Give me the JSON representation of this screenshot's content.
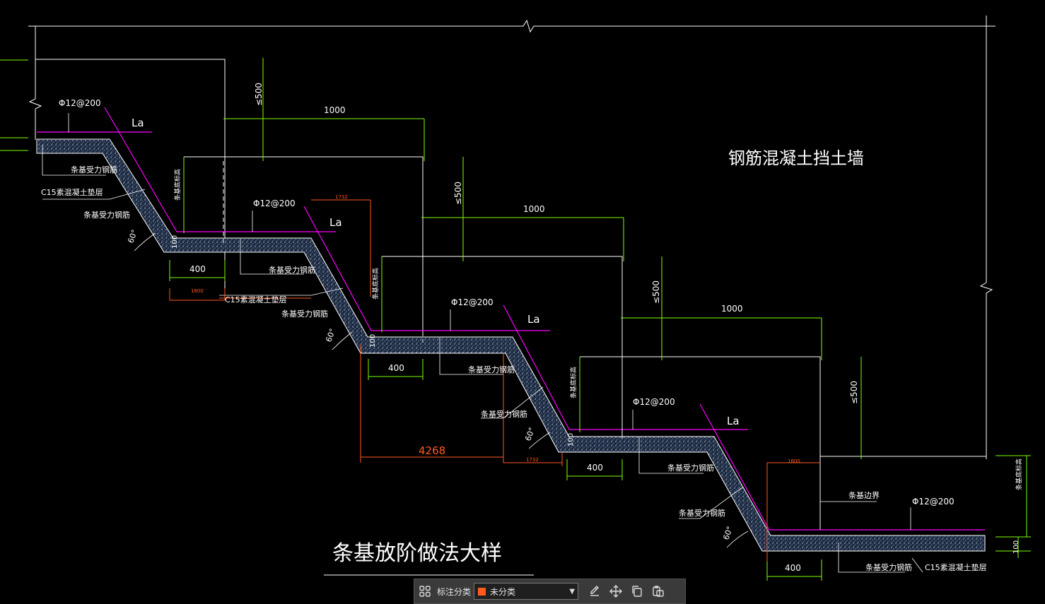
{
  "drawing": {
    "title": "条基放阶做法大样",
    "wall_label": "钢筋混凝土挡土墙",
    "labels": {
      "rebar_spec": "Φ12@200",
      "la": "La",
      "main_rebar": "条基受力钢筋",
      "c15_cushion": "C15素混凝土垫层",
      "angle": "60°",
      "width_400": "400",
      "step_1000": "1000",
      "height_le500": "≤500",
      "thickness_100": "100",
      "edge_line": "条基边界",
      "base_elev": "条基底标高"
    },
    "orange_dims": {
      "total": "4268",
      "d1732": "1732",
      "d1600": "1600"
    }
  },
  "colors": {
    "background": "#000000",
    "white": "#ffffff",
    "green": "#7fff00",
    "magenta": "#ff00ff",
    "orange": "#ff5a1f",
    "concrete": "#1d2b40"
  },
  "toolbar": {
    "category_label": "标注分类",
    "selected_category": "未分类",
    "selected_color": "#ff5a1f",
    "icons": [
      "grid-icon",
      "edit-icon",
      "move-icon",
      "copy-icon",
      "paste-icon"
    ]
  }
}
